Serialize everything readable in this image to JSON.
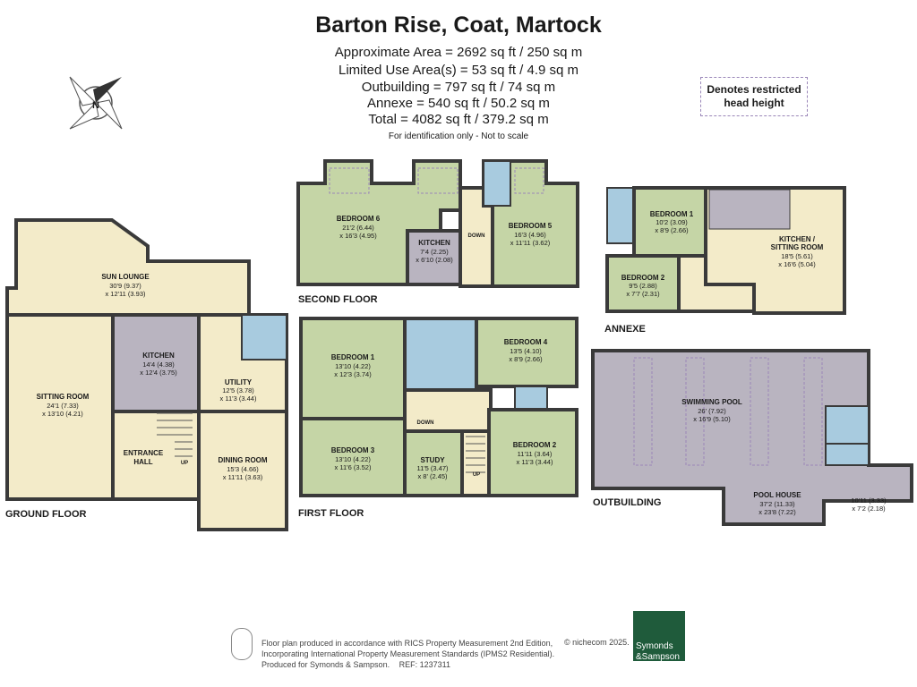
{
  "header": {
    "title": "Barton Rise, Coat, Martock",
    "areas": [
      "Approximate Area = 2692 sq ft / 250 sq m",
      "Limited Use Area(s) = 53 sq ft / 4.9 sq m",
      "Outbuilding = 797 sq ft / 74 sq m",
      "Annexe = 540 sq ft / 50.2 sq m",
      "Total = 4082 sq ft / 379.2 sq m"
    ],
    "disclaimer": "For identification only - Not to scale"
  },
  "compass": {
    "label": "N"
  },
  "legend": {
    "restricted_line1": "Denotes restricted",
    "restricted_line2": "head height"
  },
  "floors": {
    "ground": "GROUND FLOOR",
    "second": "SECOND FLOOR",
    "first": "FIRST FLOOR",
    "annexe": "ANNEXE",
    "outbuilding": "OUTBUILDING"
  },
  "rooms": {
    "sun_lounge": {
      "name": "SUN LOUNGE",
      "dim1": "30'9 (9.37)",
      "dim2": "x 12'11 (3.93)"
    },
    "sitting_room": {
      "name": "SITTING ROOM",
      "dim1": "24'1 (7.33)",
      "dim2": "x 13'10 (4.21)"
    },
    "kitchen": {
      "name": "KITCHEN",
      "dim1": "14'4 (4.38)",
      "dim2": "x 12'4 (3.75)"
    },
    "utility": {
      "name": "UTILITY",
      "dim1": "12'5 (3.78)",
      "dim2": "x 11'3 (3.44)"
    },
    "entrance_hall": {
      "name1": "ENTRANCE",
      "name2": "HALL",
      "up": "UP"
    },
    "dining_room": {
      "name": "DINING ROOM",
      "dim1": "15'3 (4.66)",
      "dim2": "x 11'11 (3.63)"
    },
    "bedroom6": {
      "name": "BEDROOM 6",
      "dim1": "21'2 (6.44)",
      "dim2": "x 16'3 (4.95)"
    },
    "kitchen_2f": {
      "name": "KITCHEN",
      "dim1": "7'4 (2.25)",
      "dim2": "x 6'10 (2.08)"
    },
    "bedroom5": {
      "name": "BEDROOM 5",
      "dim1": "16'3 (4.96)",
      "dim2": "x 11'11 (3.62)"
    },
    "down_2f": "DOWN",
    "bedroom1": {
      "name": "BEDROOM 1",
      "dim1": "13'10 (4.22)",
      "dim2": "x 12'3 (3.74)"
    },
    "bedroom4": {
      "name": "BEDROOM 4",
      "dim1": "13'5 (4.10)",
      "dim2": "x 8'9 (2.66)"
    },
    "bedroom3": {
      "name": "BEDROOM 3",
      "dim1": "13'10 (4.22)",
      "dim2": "x 11'6 (3.52)"
    },
    "study": {
      "name": "STUDY",
      "dim1": "11'5 (3.47)",
      "dim2": "x 8' (2.45)"
    },
    "bedroom2": {
      "name": "BEDROOM 2",
      "dim1": "11'11 (3.64)",
      "dim2": "x 11'3 (3.44)"
    },
    "down_1f": "DOWN",
    "up_1f": "UP",
    "annexe_bedroom1": {
      "name": "BEDROOM 1",
      "dim1": "10'2 (3.09)",
      "dim2": "x 8'9 (2.66)"
    },
    "annexe_bedroom2": {
      "name": "BEDROOM 2",
      "dim1": "9'5 (2.88)",
      "dim2": "x 7'7 (2.31)"
    },
    "annexe_kitchen": {
      "name1": "KITCHEN /",
      "name2": "SITTING ROOM",
      "dim1": "18'5 (5.61)",
      "dim2": "x 16'6 (5.04)"
    },
    "swimming_pool": {
      "name": "SWIMMING POOL",
      "dim1": "26' (7.92)",
      "dim2": "x 16'9 (5.10)"
    },
    "pool_house": {
      "name": "POOL HOUSE",
      "dim1": "37'2 (11.33)",
      "dim2": "x 23'8 (7.22)"
    },
    "pool_store": {
      "dim1": "10'11 (3.33)",
      "dim2": "x 7'2 (2.18)"
    }
  },
  "footer": {
    "line1": "Floor plan produced in accordance with RICS Property Measurement 2nd Edition,",
    "line2": "Incorporating International Property Measurement Standards (IPMS2 Residential).",
    "line3": "Produced for Symonds & Sampson.",
    "ref": "REF:  1237311",
    "credit": "© nichecom 2025.",
    "brand1": "Symonds",
    "brand2": "&Sampson"
  },
  "colors": {
    "room_green": "#c5d5a6",
    "room_cream": "#f3ebc9",
    "room_blue": "#a8cbdf",
    "room_grey": "#b9b4c0",
    "wall": "#3a3a3a",
    "brand_green": "#1f5b3b"
  }
}
